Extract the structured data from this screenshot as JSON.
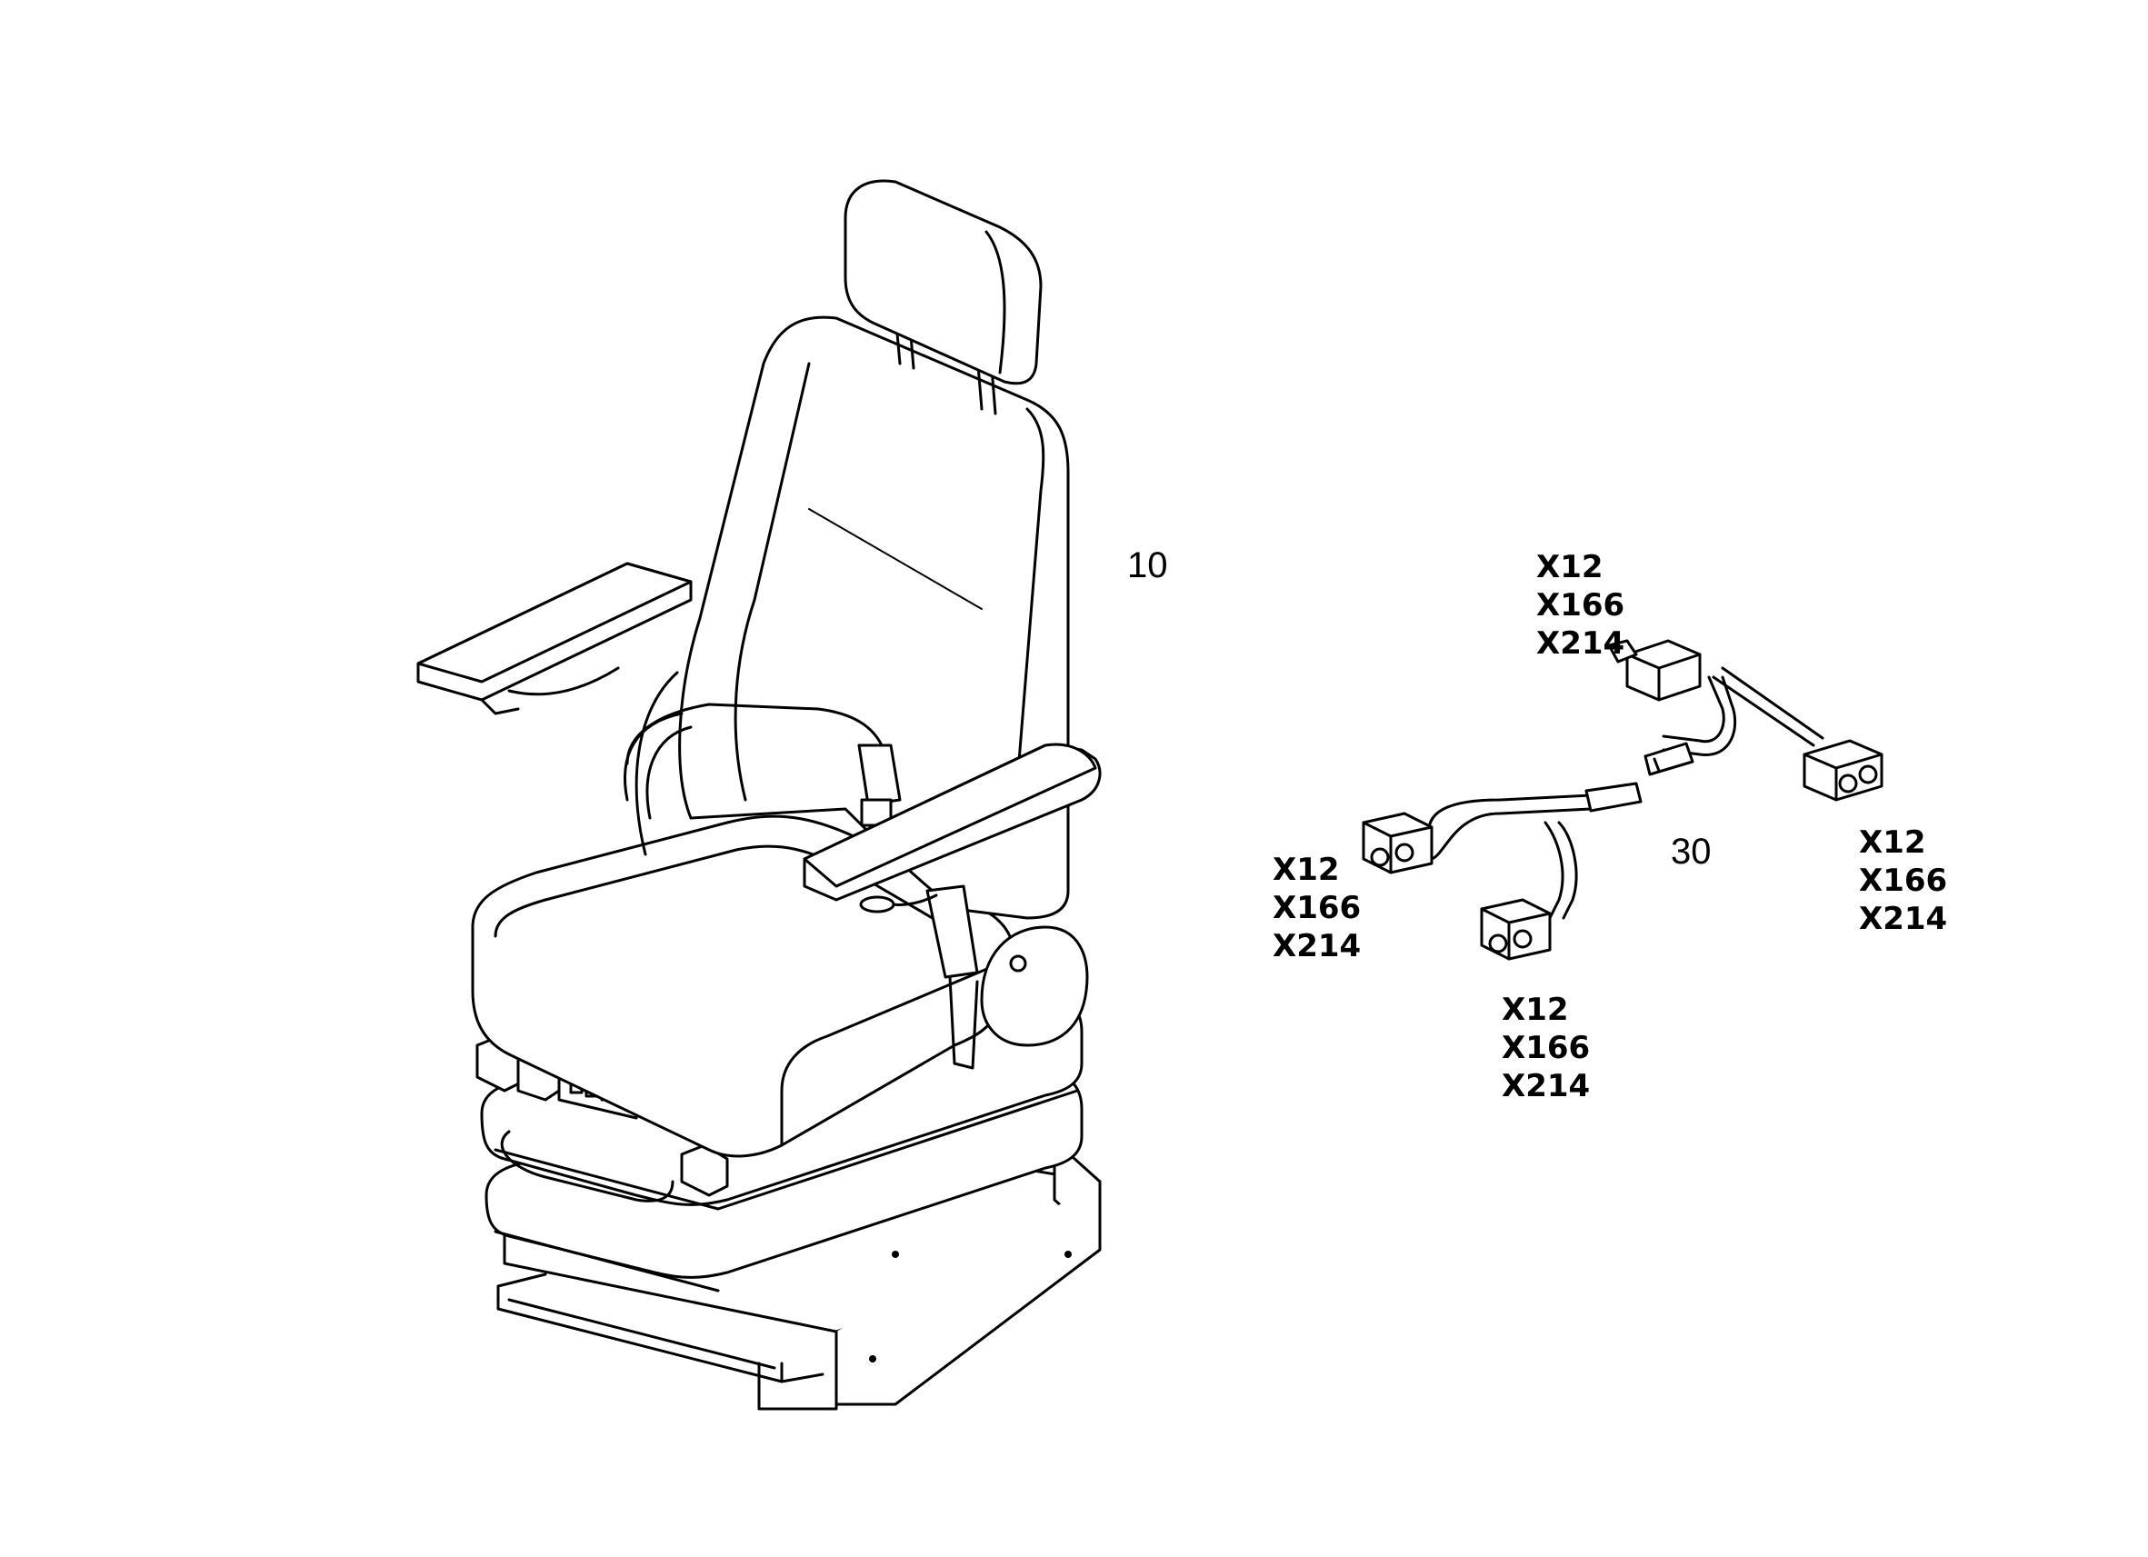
{
  "parts": {
    "seat": {
      "number": "10"
    },
    "harness": {
      "number": "30"
    }
  },
  "connectors": {
    "top": {
      "lines": [
        "X12",
        "X166",
        "X214"
      ]
    },
    "right": {
      "lines": [
        "X12",
        "X166",
        "X214"
      ]
    },
    "left": {
      "lines": [
        "X12",
        "X166",
        "X214"
      ]
    },
    "bottom": {
      "lines": [
        "X12",
        "X166",
        "X214"
      ]
    }
  },
  "colors": {
    "line": "#000000",
    "background": "#ffffff"
  }
}
